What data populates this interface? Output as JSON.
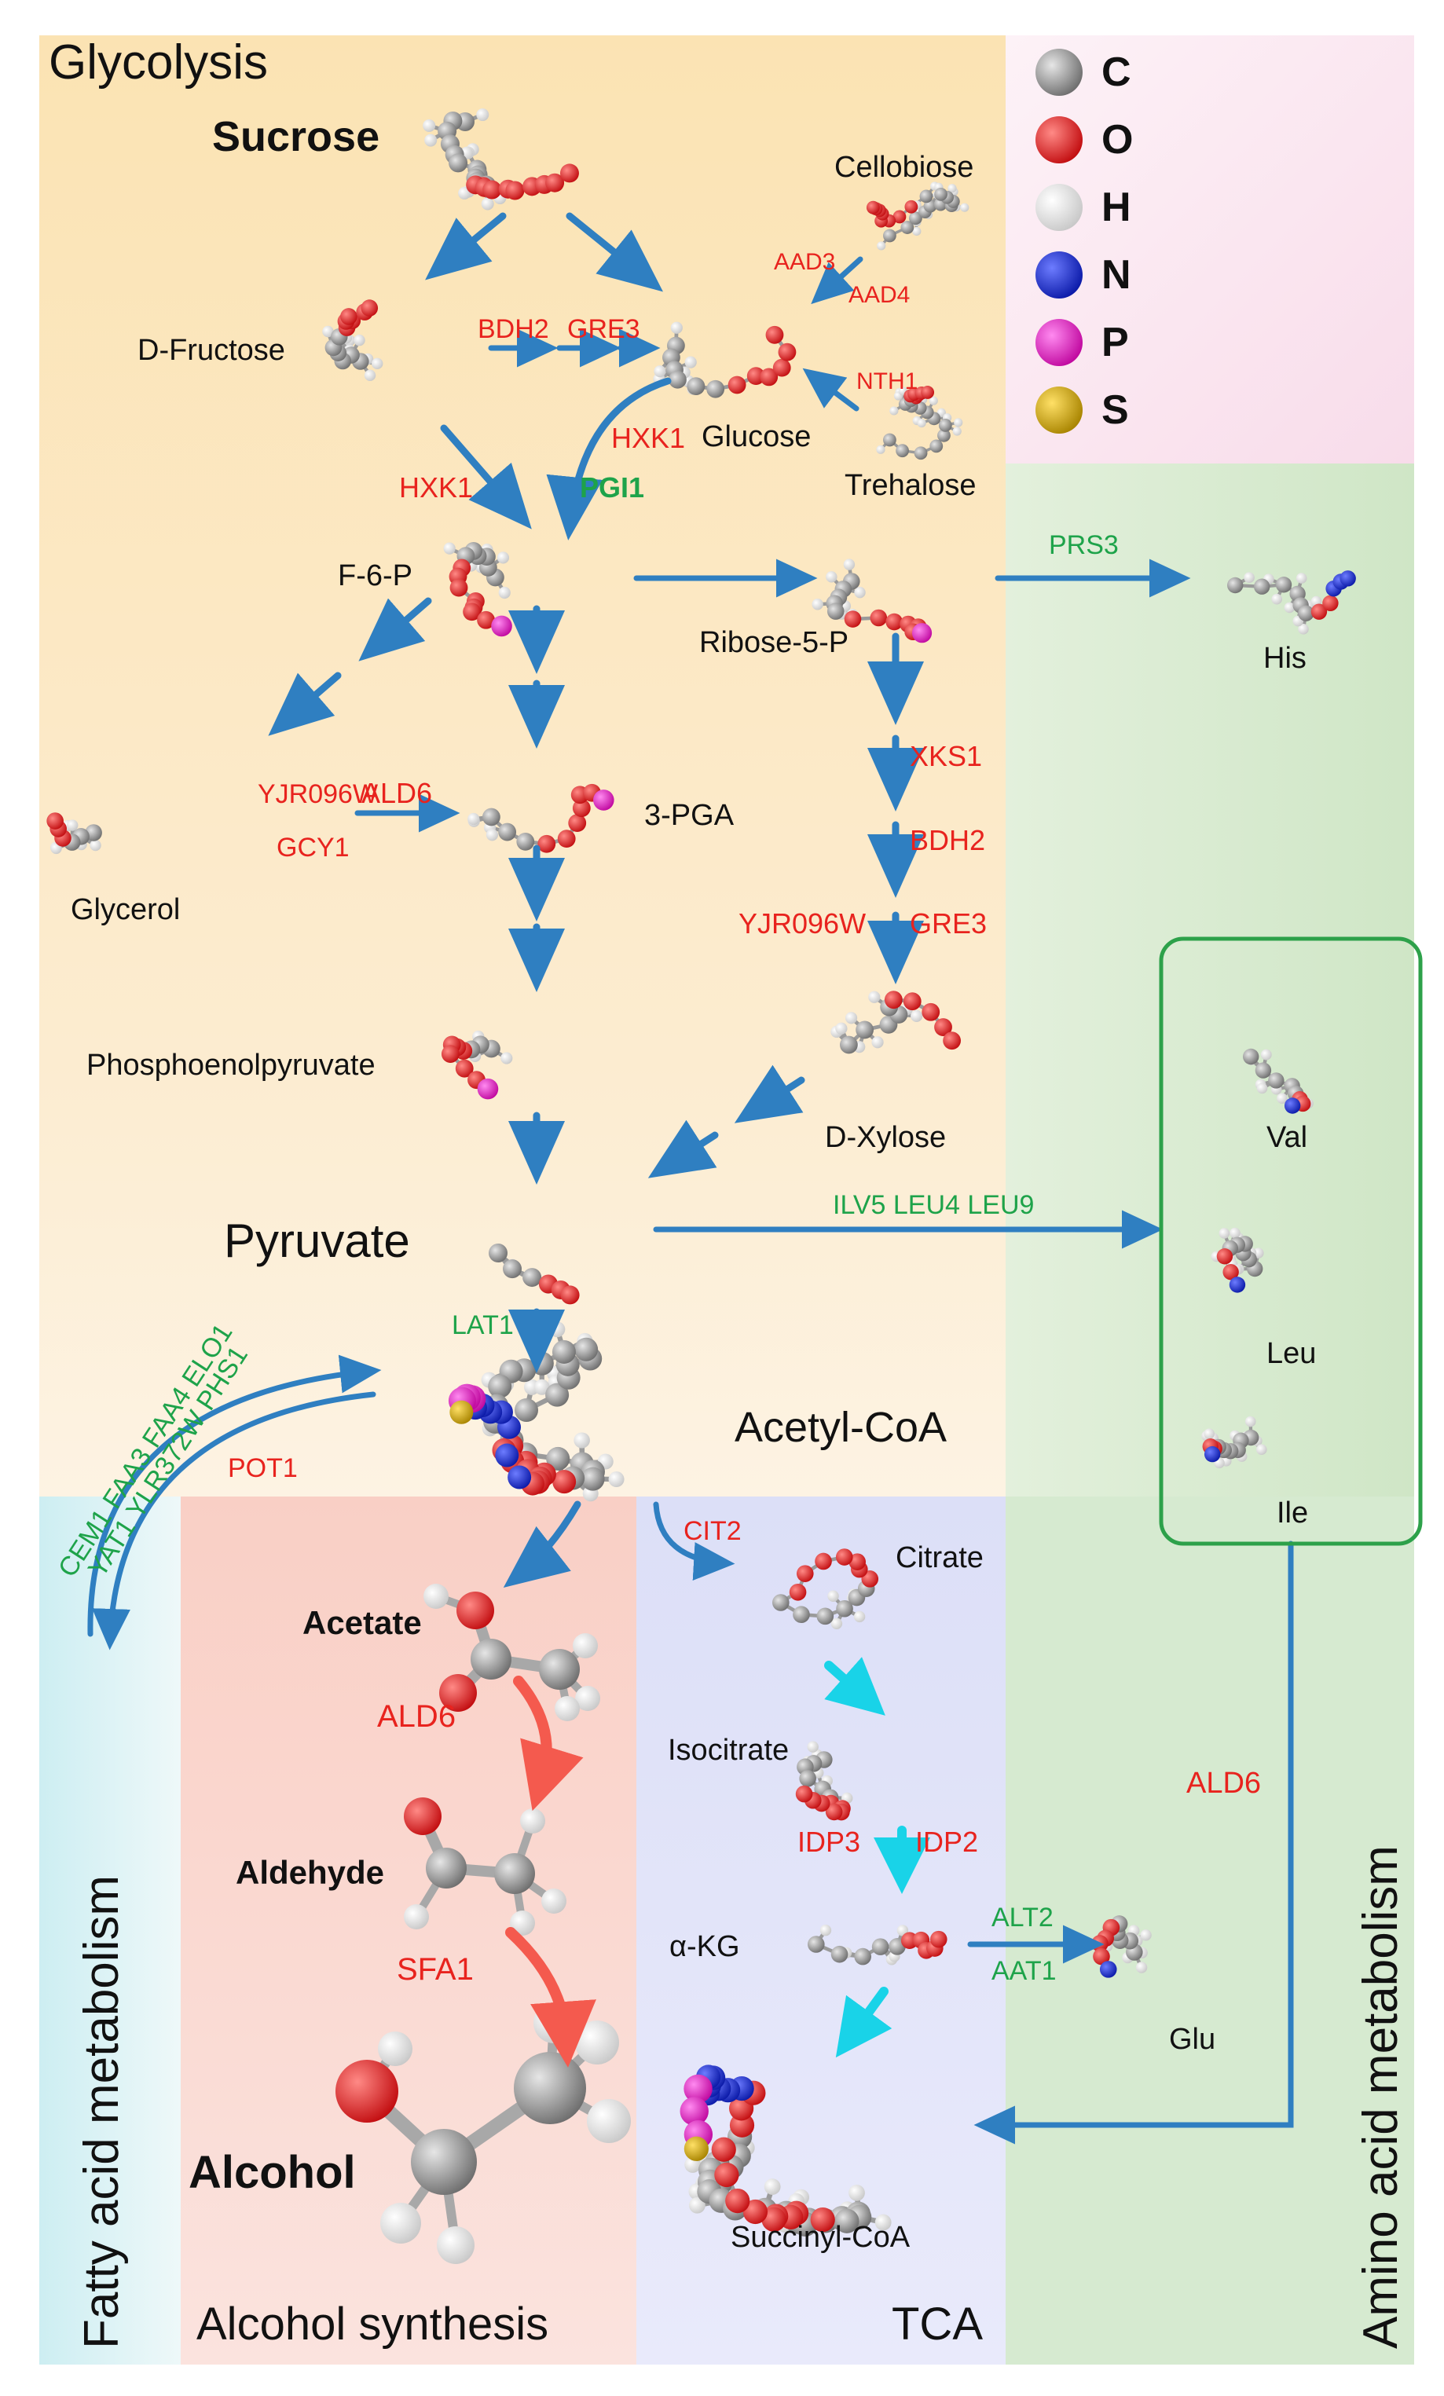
{
  "titles": {
    "glycolysis": "Glycolysis",
    "fatty_acid": "Fatty acid metabolism",
    "amino_acid": "Amino acid metabolism",
    "alcohol_synthesis": "Alcohol synthesis",
    "tca": "TCA"
  },
  "legend": [
    {
      "symbol": "C",
      "color": "#8c8c8c"
    },
    {
      "symbol": "O",
      "color": "#e8161b"
    },
    {
      "symbol": "H",
      "color": "#f2f2f2"
    },
    {
      "symbol": "N",
      "color": "#1b2fd6"
    },
    {
      "symbol": "P",
      "color": "#e81ad6"
    },
    {
      "symbol": "S",
      "color": "#c9a400"
    }
  ],
  "metabolites": {
    "sucrose": "Sucrose",
    "cellobiose": "Cellobiose",
    "d_fructose": "D-Fructose",
    "glucose": "Glucose",
    "trehalose": "Trehalose",
    "f6p": "F-6-P",
    "ribose5p": "Ribose-5-P",
    "his": "His",
    "glycerol": "Glycerol",
    "pga": "3-PGA",
    "pep": "Phosphoenolpyruvate",
    "d_xylose": "D-Xylose",
    "pyruvate": "Pyruvate",
    "val": "Val",
    "leu": "Leu",
    "ile": "Ile",
    "acetyl_coa": "Acetyl-CoA",
    "acetate": "Acetate",
    "aldehyde": "Aldehyde",
    "alcohol": "Alcohol",
    "citrate": "Citrate",
    "isocitrate": "Isocitrate",
    "akg": "α-KG",
    "glu": "Glu",
    "succinyl_coa": "Succinyl-CoA"
  },
  "enzymes": {
    "aad3": "AAD3",
    "aad4": "AAD4",
    "bdh2_top": "BDH2",
    "gre3_top": "GRE3",
    "nth1": "NTH1",
    "hxk1_left": "HXK1",
    "hxk1_mid": "HXK1",
    "pgi1": "PGI1",
    "prs3": "PRS3",
    "yjr096w_left": "YJR096W",
    "gcy1": "GCY1",
    "ald6_top": "ALD6",
    "xks1": "XKS1",
    "bdh2_mid": "BDH2",
    "yjr096w_right": "YJR096W",
    "gre3_mid": "GRE3",
    "ilv5_leu4_leu9": "ILV5 LEU4 LEU9",
    "lat1": "LAT1",
    "fa_line1": "CEM1 FAA3 FAA4 ELO1",
    "fa_line2": "YAT1 YLR372W PHS1",
    "pot1": "POT1",
    "cit2": "CIT2",
    "ald6_alcohol": "ALD6",
    "sfa1": "SFA1",
    "idp3": "IDP3",
    "idp2": "IDP2",
    "alt2": "ALT2",
    "aat1": "AAT1",
    "ald6_right": "ALD6"
  },
  "colors": {
    "enzyme_red": "#e8231e",
    "enzyme_green": "#1ea34a",
    "arrow_blue": "#2f7fc1",
    "arrow_cyan": "#19d3e8",
    "arrow_salmon": "#f45a4e",
    "glycolysis_bg": "#fbe6bd",
    "amino_bg": "#d8ecd0",
    "alcohol_bg": "#f9d4cc",
    "tca_bg": "#e2e4f8",
    "fatty_bg": "#d6f0f2"
  },
  "icons": {
    "atom": "ball-and-stick-atom",
    "bond": "stick-bond",
    "box": "amino-acid-group-box"
  }
}
